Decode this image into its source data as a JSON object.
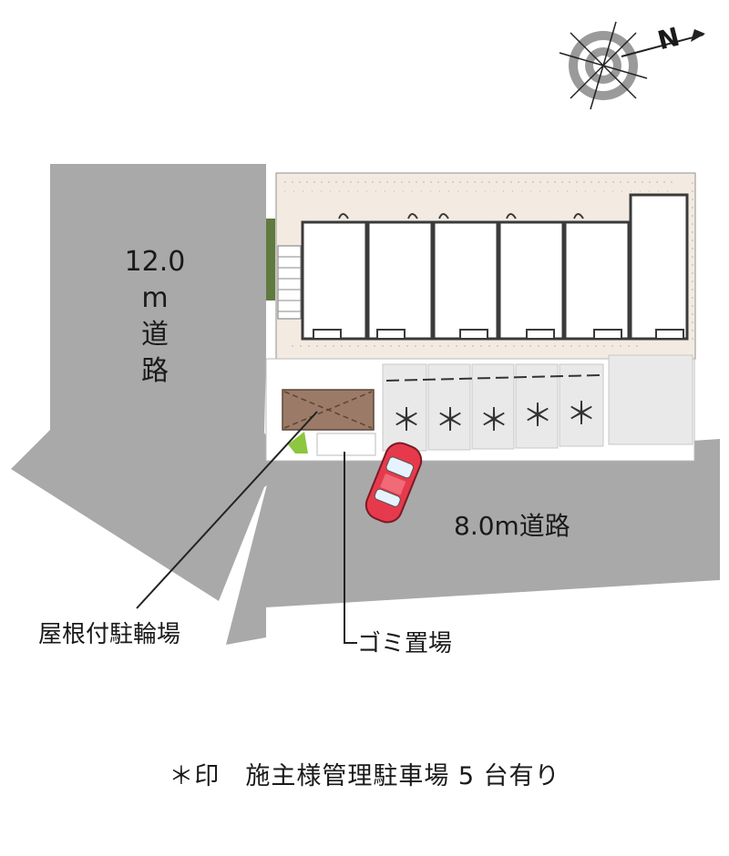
{
  "compass": {
    "north_label": "N",
    "icon": "compass-icon"
  },
  "roads": {
    "west": {
      "width_label": "12.0",
      "unit_label": "m",
      "char1": "道",
      "char2": "路"
    },
    "south": {
      "label": "8.0m道路"
    }
  },
  "labels": {
    "bicycle_parking": "屋根付駐輪場",
    "garbage": "ゴミ置場"
  },
  "parking": {
    "marker": "＊",
    "count": 5
  },
  "note": "＊印　施主様管理駐車場 5 台有り",
  "colors": {
    "road": "#a9a9a9",
    "site_hatch": "#f3ebe2",
    "building_fill": "#ffffff",
    "building_stroke": "#3a3a3a",
    "parking_fill": "#e9e9e9",
    "bike_shed": "#9b7b67",
    "car": "#e63a4c",
    "greenery": "#8dc63f"
  }
}
